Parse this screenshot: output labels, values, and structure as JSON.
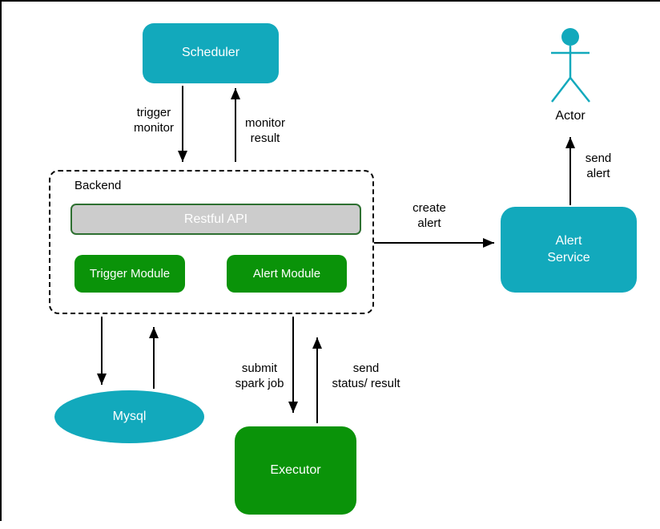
{
  "colors": {
    "teal": "#12a9bc",
    "green": "#0a9309",
    "gray_fill": "#cccccc",
    "api_border": "#2e7031",
    "line": "#000000",
    "text_dark": "#000000",
    "text_light": "#ffffff",
    "background": "#ffffff"
  },
  "nodes": {
    "scheduler": {
      "label": "Scheduler"
    },
    "backend": {
      "label": "Backend"
    },
    "restful_api": {
      "label": "Restful API"
    },
    "trigger_module": {
      "label": "Trigger Module"
    },
    "alert_module": {
      "label": "Alert Module"
    },
    "alert_service": {
      "label": "Alert\nService"
    },
    "actor": {
      "label": "Actor"
    },
    "mysql": {
      "label": "Mysql"
    },
    "executor": {
      "label": "Executor"
    }
  },
  "edges": {
    "trigger_monitor": {
      "label": "trigger\nmonitor"
    },
    "monitor_result": {
      "label": "monitor\nresult"
    },
    "create_alert": {
      "label": "create\nalert"
    },
    "send_alert": {
      "label": "send\nalert"
    },
    "submit_spark_job": {
      "label": "submit\nspark job"
    },
    "send_status_result": {
      "label": "send\nstatus/ result"
    }
  }
}
